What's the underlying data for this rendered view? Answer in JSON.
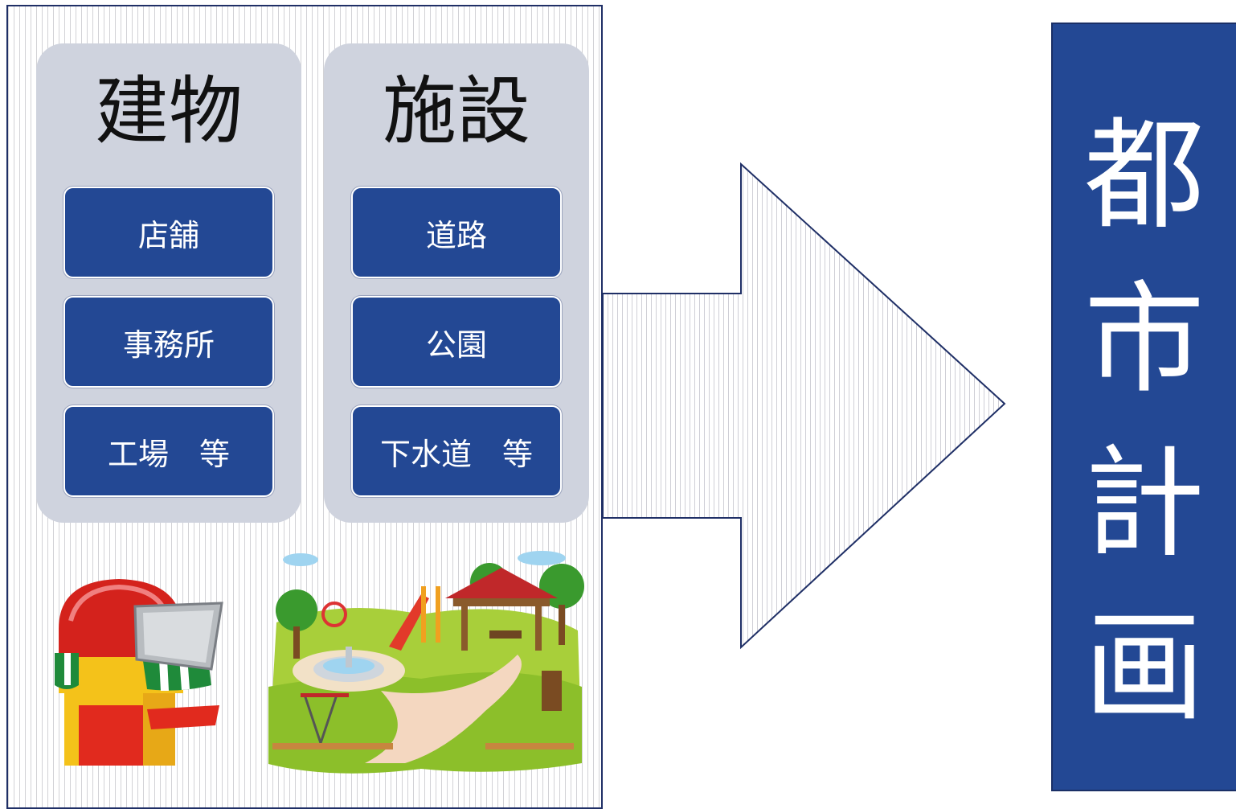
{
  "categories": [
    {
      "title": "建物",
      "items": [
        "店舗",
        "事務所",
        "工場　等"
      ]
    },
    {
      "title": "施設",
      "items": [
        "道路",
        "公園",
        "下水道　等"
      ]
    }
  ],
  "result": {
    "chars": [
      "都",
      "市",
      "計",
      "画"
    ]
  },
  "colors": {
    "box_blue": "#234894",
    "panel_gray": "#cfd3de",
    "border_navy": "#1f2f66"
  },
  "illustrations": {
    "left": "shop-stall-illustration",
    "right": "park-playground-illustration"
  }
}
